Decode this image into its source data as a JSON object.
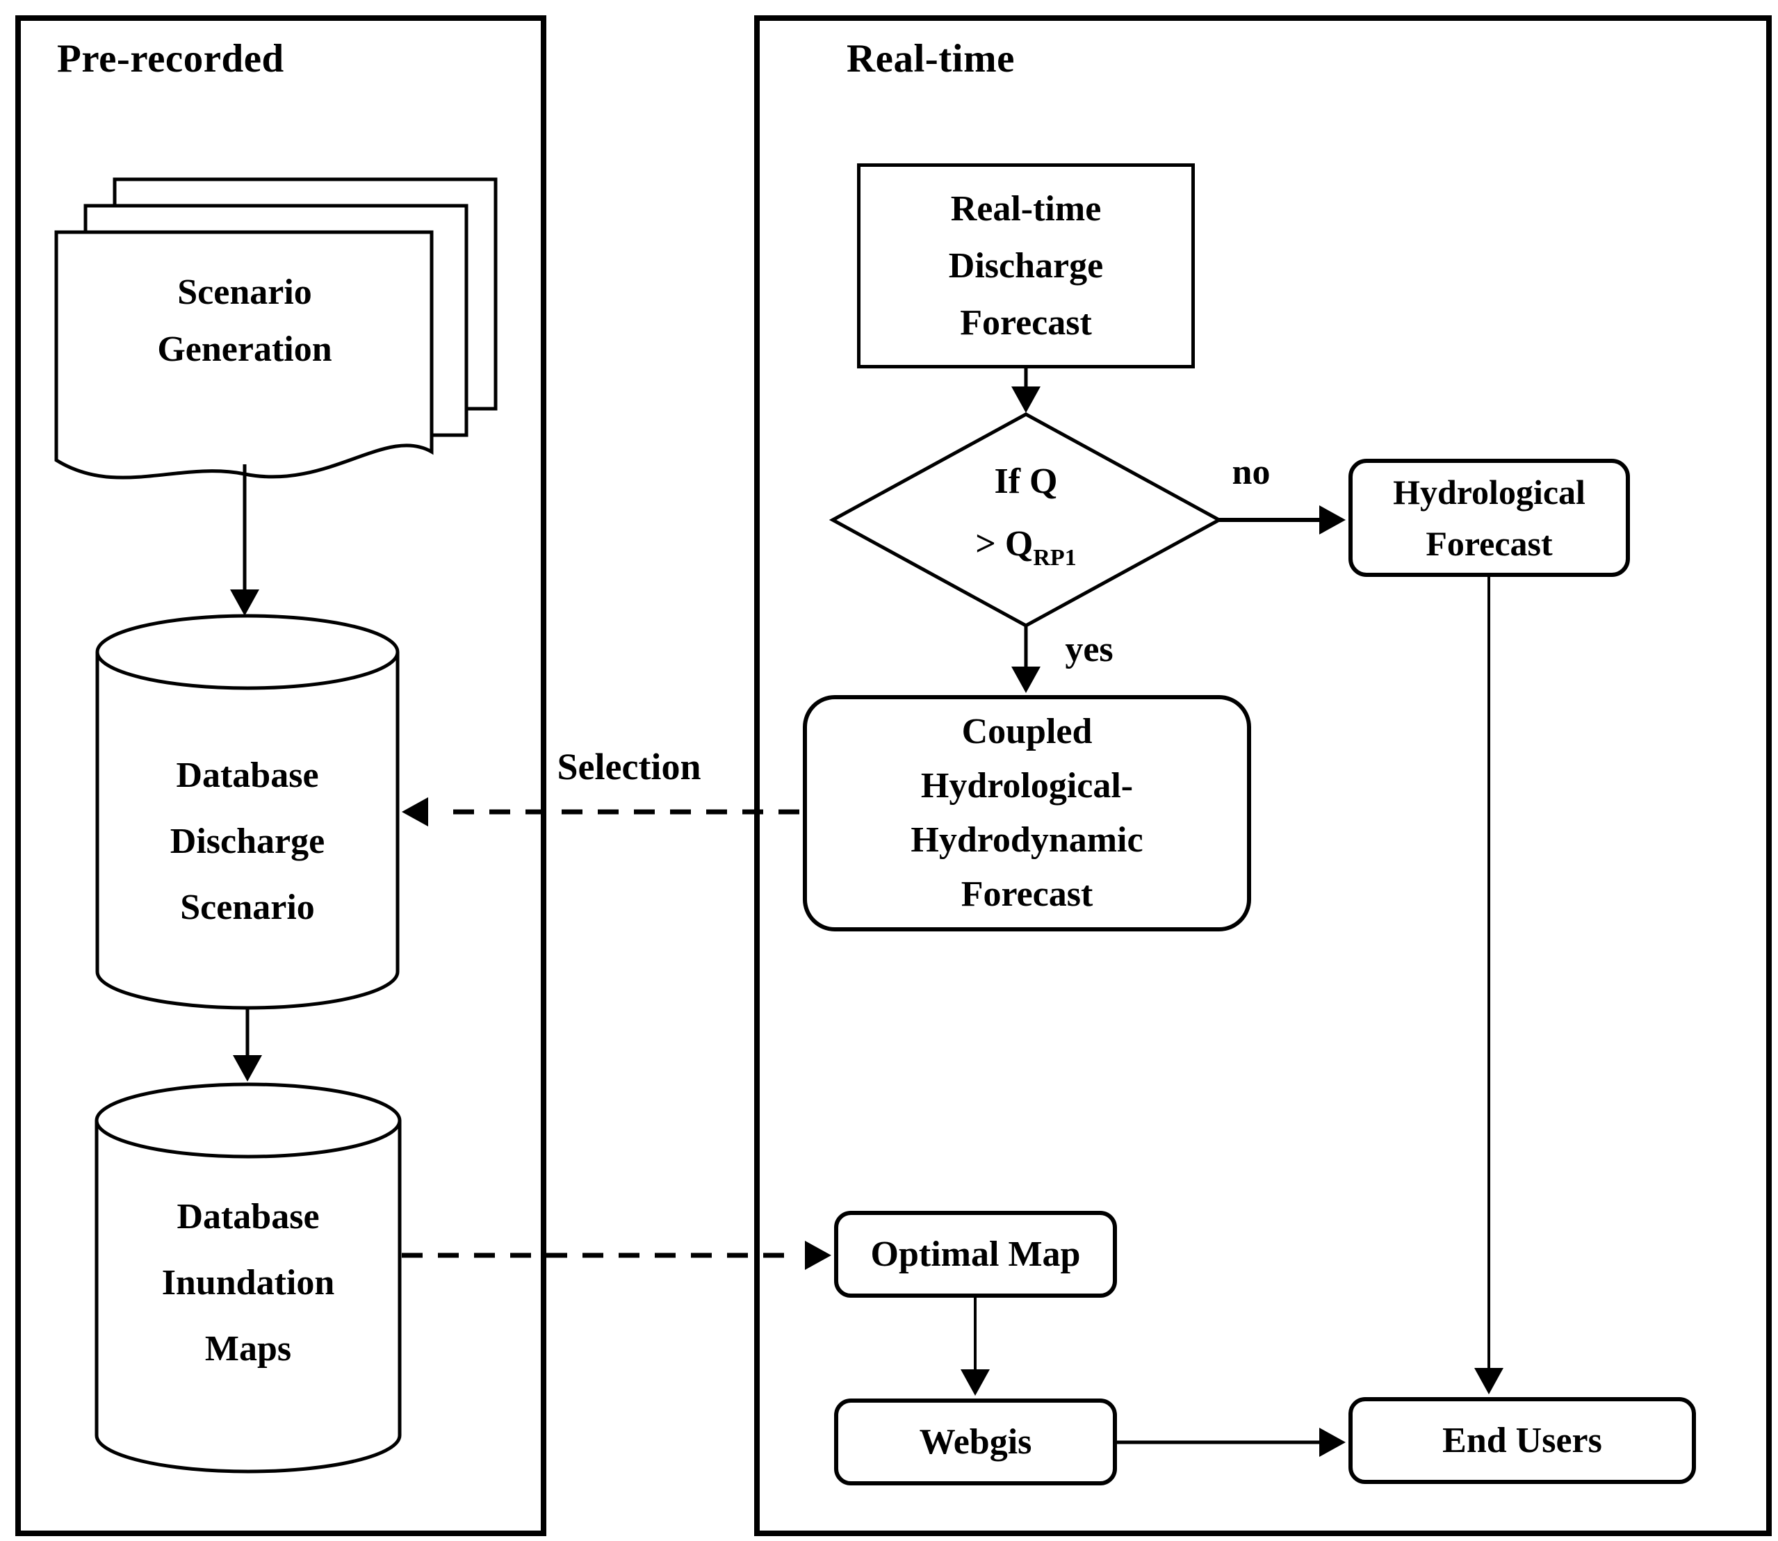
{
  "figure": {
    "background": "#ffffff",
    "stroke_color": "#000000",
    "panels": {
      "pre_recorded": {
        "title": "Pre-recorded"
      },
      "real_time": {
        "title": "Real-time"
      }
    },
    "nodes": {
      "scenario_generation": {
        "shape": "document-stack",
        "lines": [
          "Scenario",
          "Generation"
        ]
      },
      "database_discharge_scenario": {
        "shape": "cylinder",
        "lines": [
          "Database",
          "Discharge",
          "Scenario"
        ]
      },
      "database_inundation_maps": {
        "shape": "cylinder",
        "lines": [
          "Database",
          "Inundation",
          "Maps"
        ]
      },
      "real_time_discharge_forecast": {
        "shape": "rectangle",
        "lines": [
          "Real-time",
          "Discharge",
          "Forecast"
        ]
      },
      "discharge_decision": {
        "shape": "diamond",
        "line1": "If Q",
        "line2_main": "> Q",
        "line2_subscript": "RP1"
      },
      "hydrological_forecast": {
        "shape": "rounded-rectangle",
        "lines": [
          "Hydrological",
          "Forecast"
        ]
      },
      "coupled_hydrological_hydrodynamic_forecast": {
        "shape": "rounded-rectangle",
        "lines": [
          "Coupled",
          "Hydrological-",
          "Hydrodynamic",
          "Forecast"
        ]
      },
      "optimal_map": {
        "shape": "rounded-rectangle",
        "label": "Optimal Map"
      },
      "webgis": {
        "shape": "rounded-rectangle",
        "label": "Webgis"
      },
      "end_users": {
        "shape": "rounded-rectangle",
        "label": "End Users"
      }
    },
    "edge_labels": {
      "no": "no",
      "yes": "yes",
      "selection": "Selection"
    }
  }
}
